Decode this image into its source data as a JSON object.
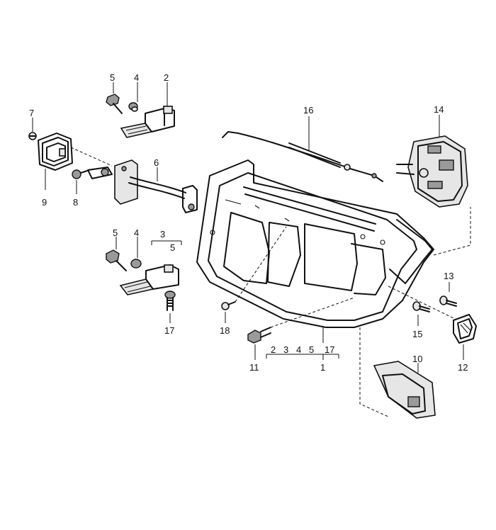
{
  "labels": {
    "p1": "1",
    "p2": "2",
    "p3": "3",
    "p4a": "4",
    "p4b": "4",
    "p5a": "5",
    "p5b": "5",
    "p6": "6",
    "p7": "7",
    "p8": "8",
    "p9": "9",
    "p10": "10",
    "p11": "11",
    "p12": "12",
    "p13": "13",
    "p14": "14",
    "p15": "15",
    "p16": "16",
    "p17": "17",
    "p18": "18"
  },
  "group_1_refs": [
    "2",
    "3",
    "4",
    "5",
    "17"
  ],
  "group_3_refs": [
    "5"
  ]
}
